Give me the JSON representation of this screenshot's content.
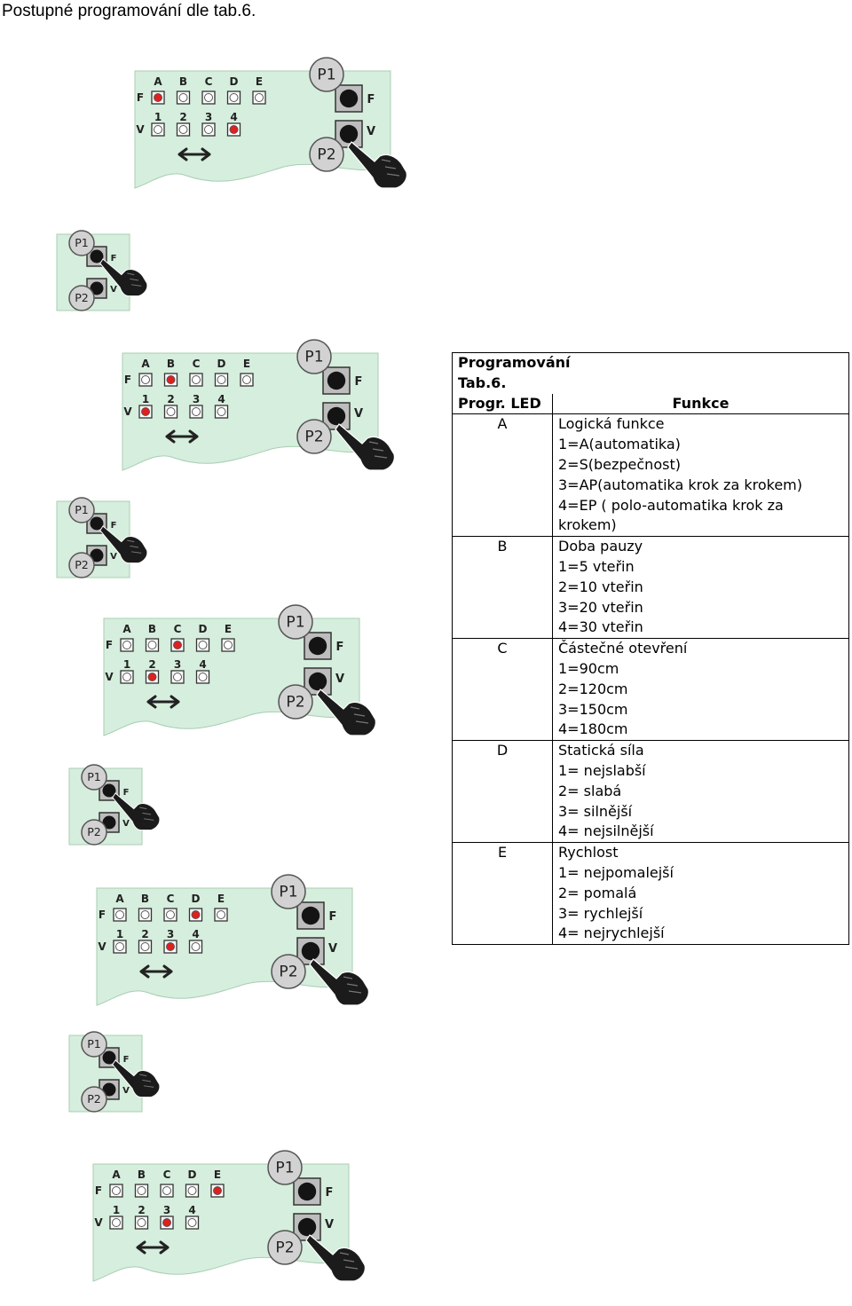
{
  "heading": "Postupné programování dle tab.6.",
  "board": {
    "top_letters": [
      "A",
      "B",
      "C",
      "D",
      "E"
    ],
    "bottom_numbers": [
      "1",
      "2",
      "3",
      "4"
    ],
    "row_f": "F",
    "row_v": "V",
    "p1": "P1",
    "p2": "P2",
    "btn_f": "F",
    "btn_v": "V"
  },
  "colors": {
    "board": "#d6eedd",
    "led_on": "#e0201e",
    "led_off": "#ffffff"
  },
  "steps": [
    {
      "f_on": "A",
      "v_on": "4"
    },
    {
      "f_on": "B",
      "v_on": "1"
    },
    {
      "f_on": "C",
      "v_on": "2"
    },
    {
      "f_on": "D",
      "v_on": "3"
    },
    {
      "f_on": "E",
      "v_on": "3"
    }
  ],
  "table": {
    "caption_line1": "Programování",
    "caption_line2": "Tab.6.",
    "col1_header": "Progr. LED",
    "col2_header": "Funkce",
    "rows": [
      {
        "led": "A",
        "lines": [
          "Logická funkce",
          "1=A(automatika)",
          "2=S(bezpečnost)",
          "3=AP(automatika krok za krokem)",
          "4=EP ( polo-automatika krok za",
          "krokem)"
        ]
      },
      {
        "led": "B",
        "lines": [
          "Doba pauzy",
          "1=5 vteřin",
          "2=10 vteřin",
          "3=20 vteřin",
          "4=30 vteřin"
        ]
      },
      {
        "led": "C",
        "lines": [
          "Částečné otevření",
          "1=90cm",
          "2=120cm",
          "3=150cm",
          "4=180cm"
        ]
      },
      {
        "led": "D",
        "lines": [
          "Statická síla",
          "1= nejslabší",
          "2= slabá",
          "3= silnější",
          "4= nejsilnější"
        ]
      },
      {
        "led": "E",
        "lines": [
          "Rychlost",
          "1= nejpomalejší",
          "2= pomalá",
          "3= rychlejší",
          "4= nejrychlejší"
        ]
      }
    ]
  }
}
